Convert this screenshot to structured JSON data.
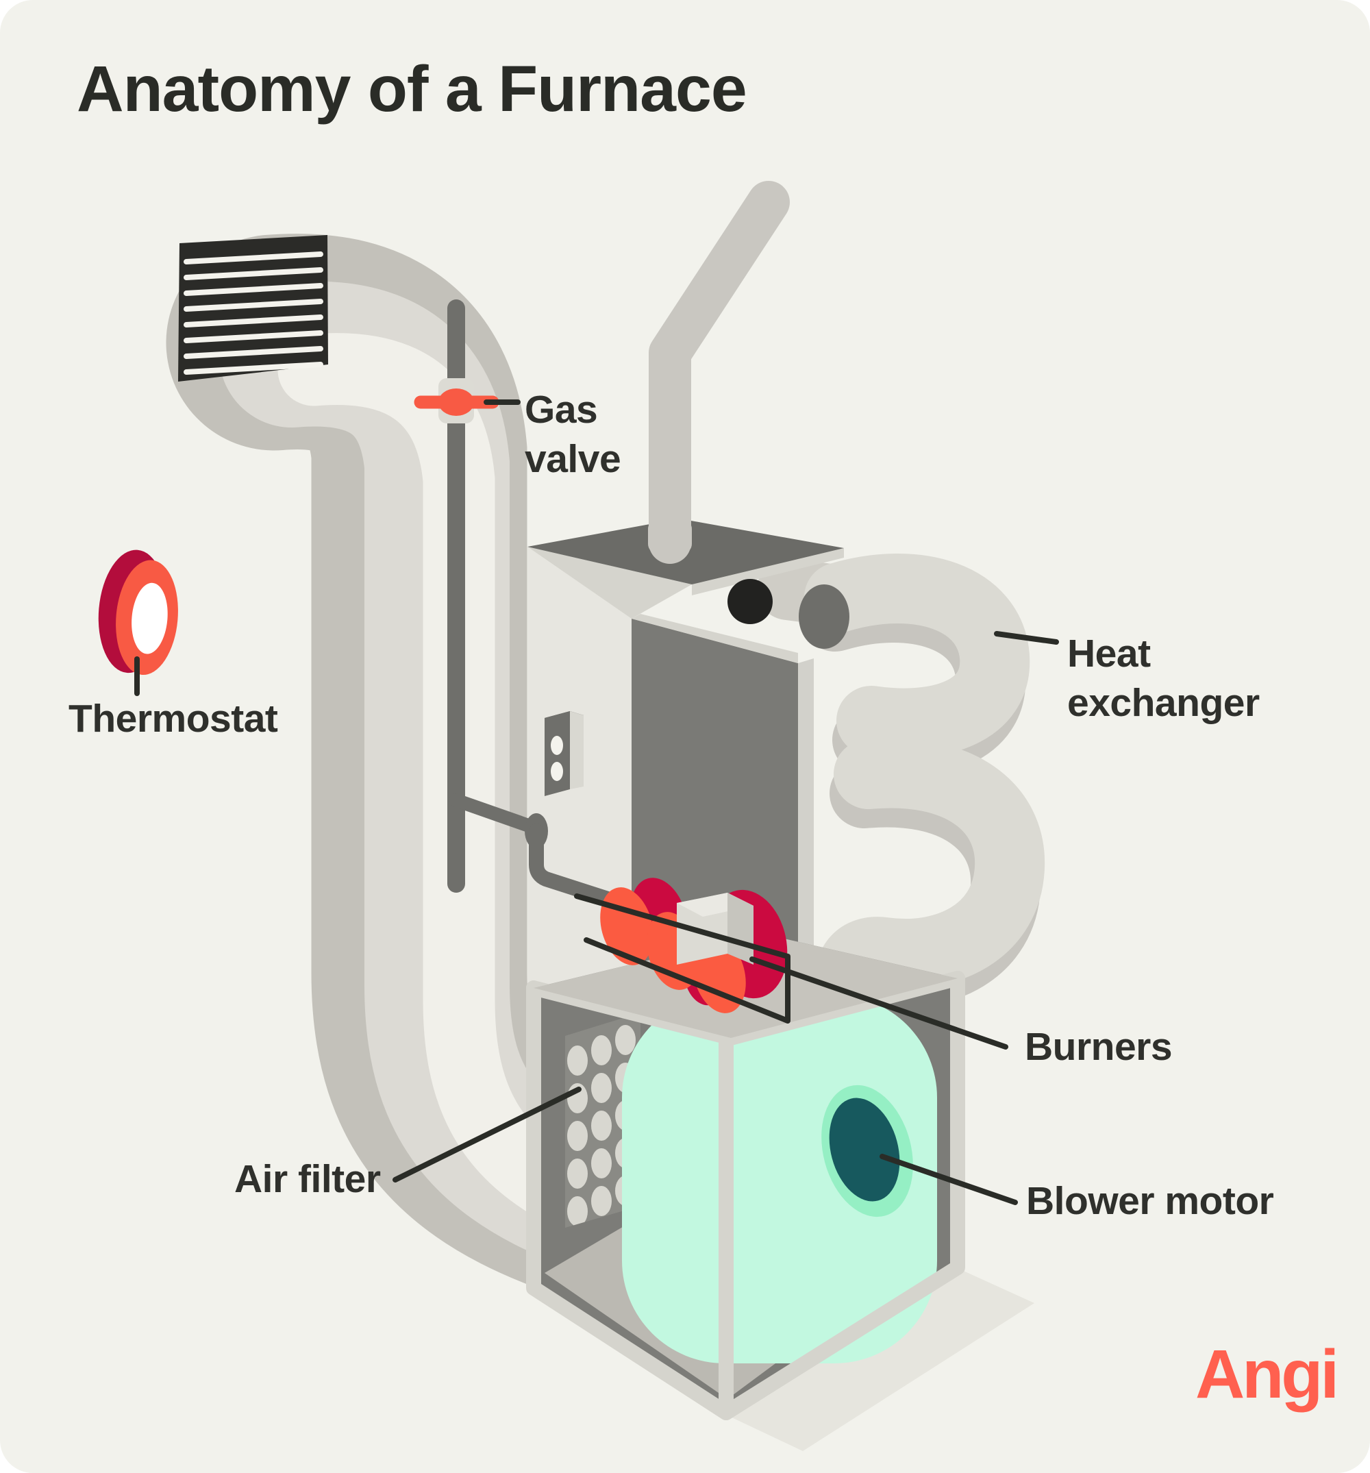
{
  "title": "Anatomy of a Furnace",
  "brand": {
    "logo_text": "Angi",
    "color": "#FF604F"
  },
  "diagram": {
    "subject": "gas furnace cutaway illustration",
    "labels": {
      "thermostat": "Thermostat",
      "gas_valve": [
        "Gas",
        "valve"
      ],
      "heat_exchanger": [
        "Heat",
        "exchanger"
      ],
      "burners": "Burners",
      "blower_motor": "Blower motor",
      "air_filter": "Air filter"
    },
    "colors": {
      "background": "#F2F2EC",
      "ink": "#2A2C27",
      "label_ink": "#2F302C",
      "accent_red": "#F85A44",
      "thermostat_crimson": "#B30D3C",
      "burner_crimson": "#CB0A40",
      "burner_orange": "#FB5B41",
      "blower_mint": "#C2F8E0",
      "blower_ring": "#95EFC4",
      "blower_teal": "#17595E",
      "metal_dark": "#6F6F6B",
      "metal_mid": "#7A7A76",
      "metal_light": "#DCDAD4",
      "duct_outer": "#C3C1BA",
      "duct_mid": "#DCDAD4",
      "duct_highlight": "#F1F0EA",
      "grille_dark": "#2B2B28",
      "brand_red": "#FF604F"
    }
  }
}
